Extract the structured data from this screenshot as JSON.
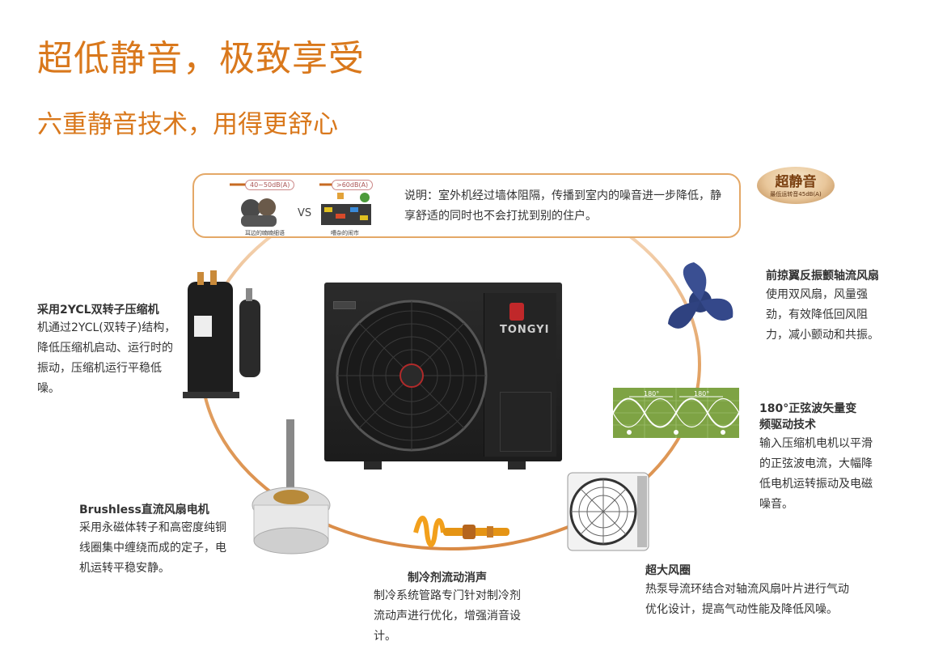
{
  "header": {
    "title": "超低静音，极致享受",
    "subtitle": "六重静音技术，用得更舒心"
  },
  "info_box": {
    "tag_left": "40~50dB(A)",
    "caption_left": "耳边的喃喃细语",
    "vs": "VS",
    "tag_right": ">60dB(A)",
    "caption_right": "嘈杂的闹市",
    "description": "说明：室外机经过墙体阻隔，传播到室内的噪音进一步降低，静享舒适的同时也不会打扰到别的住户。"
  },
  "badge": {
    "main": "超静音",
    "sub": "最低运转音45dB(A)"
  },
  "unit": {
    "brand": "TONGYI"
  },
  "sine_chart": {
    "label_1": "180°",
    "label_2": "180°"
  },
  "features": {
    "compressor": {
      "title": "采用2YCL双转子压缩机",
      "desc": "机通过2YCL(双转子)结构，降低压缩机启动、运行时的振动，压缩机运行平稳低噪。"
    },
    "fan_blade": {
      "title": "前掠翼反振颤轴流风扇",
      "desc": "使用双风扇，风量强劲，有效降低回风阻力，减小颤动和共振。"
    },
    "sine_drive": {
      "title": "180°正弦波矢量变频驱动技术",
      "desc": "输入压缩机电机以平滑的正弦波电流，大幅降低电机运转振动及电磁噪音。"
    },
    "dc_motor": {
      "title": "Brushless直流风扇电机",
      "desc": "采用永磁体转子和高密度纯铜线圈集中缠绕而成的定子，电机运转平稳安静。"
    },
    "refrigerant": {
      "title": "制冷剂流动消声",
      "desc": "制冷系统管路专门针对制冷剂流动声进行优化，增强消音设计。"
    },
    "big_fan_ring": {
      "title": "超大风圈",
      "desc": "热泵导流环结合对轴流风扇叶片进行气动优化设计，提高气动性能及降低风噪。"
    }
  },
  "colors": {
    "accent": "#d9781c",
    "arc": "#e3a467",
    "box_border": "#e4a867"
  }
}
